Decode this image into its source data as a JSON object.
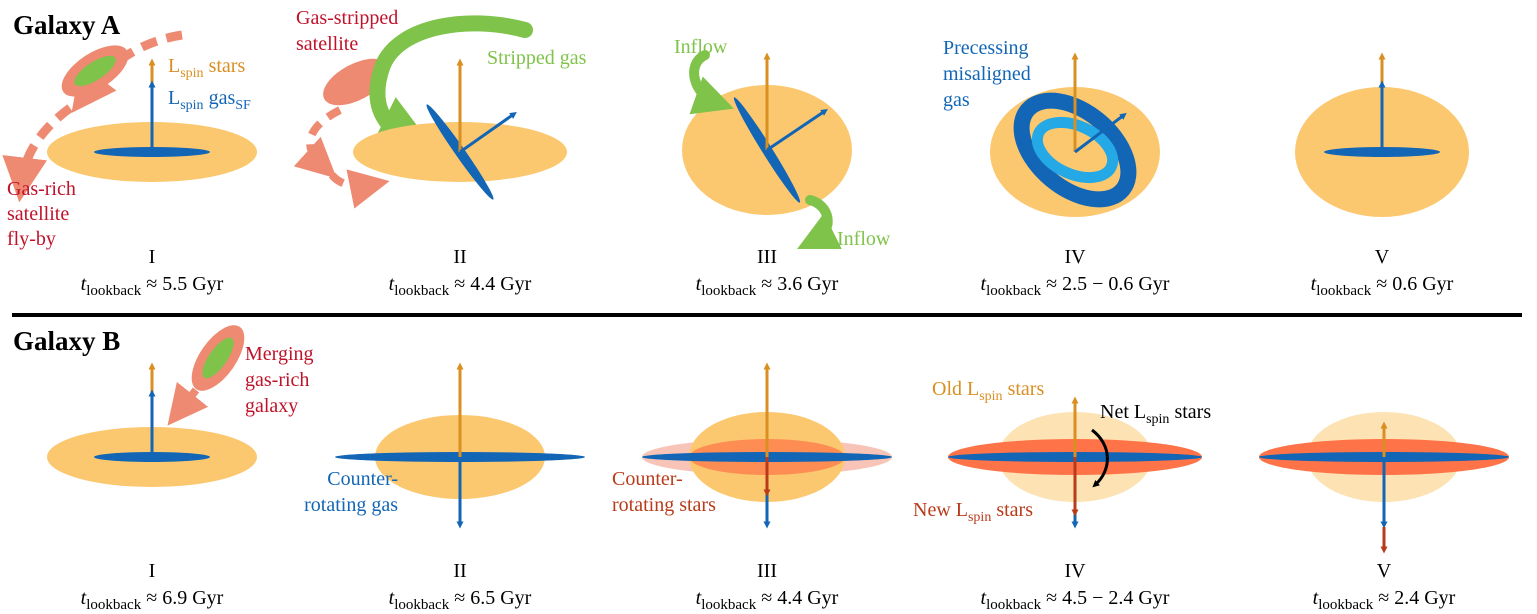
{
  "colors": {
    "stars_disk": "#fbc870",
    "gas_blue": "#1266b5",
    "light_blue": "#25a8e6",
    "stars_arrow": "#d98f22",
    "green": "#7fc34a",
    "salmon": "#ee8a72",
    "red_text": "#c0122a",
    "new_stars": "#ff7348",
    "new_arrow": "#b83b1a",
    "pale_stars": "#fde2b3",
    "pale_pink": "#f9c4b8"
  },
  "galaxy_a": {
    "title": "Galaxy A",
    "labels": {
      "lspin_stars": "L",
      "lspin_stars_sub": "spin",
      "lspin_stars_rest": " stars",
      "lspin_gas": "L",
      "lspin_gas_sub": "spin",
      "lspin_gas_mid": " gas",
      "lspin_gas_sub2": "SF",
      "gas_rich_1": "Gas-rich",
      "gas_rich_2": "satellite",
      "gas_rich_3": "fly-by",
      "gas_stripped_1": "Gas-stripped",
      "gas_stripped_2": "satellite",
      "stripped_gas": "Stripped gas",
      "inflow_top": "Inflow",
      "inflow_bottom": "Inflow",
      "precessing_1": "Precessing",
      "precessing_2": "misaligned",
      "precessing_3": "gas"
    },
    "stages": [
      {
        "num": "I",
        "t": "t",
        "sub": "lookback",
        "val": " ≈ 5.5 Gyr"
      },
      {
        "num": "II",
        "t": "t",
        "sub": "lookback",
        "val": " ≈ 4.4 Gyr"
      },
      {
        "num": "III",
        "t": "t",
        "sub": "lookback",
        "val": " ≈ 3.6 Gyr"
      },
      {
        "num": "IV",
        "t": "t",
        "sub": "lookback",
        "val": " ≈ 2.5 − 0.6 Gyr"
      },
      {
        "num": "V",
        "t": "t",
        "sub": "lookback",
        "val": " ≈ 0.6 Gyr"
      }
    ]
  },
  "galaxy_b": {
    "title": "Galaxy B",
    "labels": {
      "merging_1": "Merging",
      "merging_2": "gas-rich",
      "merging_3": "galaxy",
      "counter_gas_1": "Counter-",
      "counter_gas_2": "rotating gas",
      "counter_stars_1": "Counter-",
      "counter_stars_2": "rotating stars",
      "old_l": "Old L",
      "old_sub": "spin",
      "old_rest": " stars",
      "net_l": "Net L",
      "net_sub": "spin",
      "net_rest": " stars",
      "new_l": "New L",
      "new_sub": "spin",
      "new_rest": " stars"
    },
    "stages": [
      {
        "num": "I",
        "t": "t",
        "sub": "lookback",
        "val": " ≈ 6.9 Gyr"
      },
      {
        "num": "II",
        "t": "t",
        "sub": "lookback",
        "val": " ≈ 6.5 Gyr"
      },
      {
        "num": "III",
        "t": "t",
        "sub": "lookback",
        "val": " ≈ 4.4 Gyr"
      },
      {
        "num": "IV",
        "t": "t",
        "sub": "lookback",
        "val": " ≈ 4.5 − 2.4 Gyr"
      },
      {
        "num": "V",
        "t": "t",
        "sub": "lookback",
        "val": " ≈ 2.4 Gyr"
      }
    ]
  }
}
